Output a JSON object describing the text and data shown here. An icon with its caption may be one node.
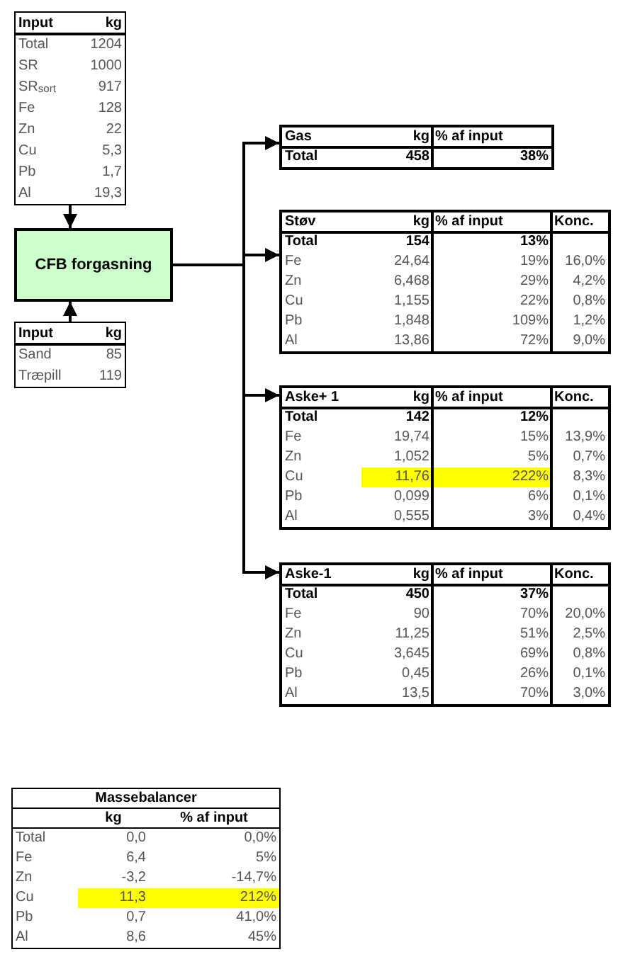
{
  "diagram": {
    "nodes": [
      {
        "text": [
          "Input",
          "kg",
          "Total",
          "1204",
          "SR",
          "1000",
          "SR$_{sort}$",
          "917",
          "Fe",
          "128",
          "Zn",
          "22",
          "Cu",
          "5,3",
          "Pb",
          "1,7",
          "Al",
          "19,3"
        ]
      },
      {
        "text": [
          "CFB forgasning"
        ]
      },
      {
        "text": [
          "Input",
          "kg",
          "Sand",
          "85",
          "Træpill",
          "119"
        ]
      },
      {
        "text": [
          "Gas",
          "kg",
          "% af input",
          "Total",
          "458",
          "38%"
        ]
      },
      {
        "text": [
          "Støv",
          "kg",
          "% af input",
          "Konc.",
          "Total",
          "154",
          "13%",
          "Fe",
          "24,64",
          "19%",
          "16,0%",
          "Zn",
          "6,468",
          "29%",
          "4,2%",
          "Cu",
          "1,155",
          "22%",
          "0,8%",
          "Pb",
          "1,848",
          "109%",
          "1,2%",
          "Al",
          "13,86",
          "72%",
          "9,0%"
        ]
      },
      {
        "text": [
          "Aske+ 1",
          "kg",
          "% af input",
          "Konc.",
          "Total",
          "142",
          "12%",
          "Fe",
          "19,74",
          "15%",
          "13,9%",
          "Zn",
          "1,052",
          "5%",
          "0,7%",
          "Cu",
          "11,76",
          "222%",
          "8,3%",
          "Pb",
          "0,099",
          "6%",
          "0,1%",
          "Al",
          "0,555",
          "3%",
          "0,4%"
        ]
      },
      {
        "text": [
          "Aske-1",
          "kg",
          "% af input",
          "Konc.",
          "Total",
          "450",
          "37%",
          "Fe",
          "90",
          "70%",
          "20,0%",
          "Zn",
          "11,25",
          "51%",
          "2,5%",
          "Cu",
          "3,645",
          "69%",
          "0,8%",
          "Pb",
          "0,45",
          "26%",
          "0,1%",
          "Al",
          "13,5",
          "70%",
          "3,0%"
        ]
      },
      {
        "text": [
          "Massebalancer",
          "kg",
          "% af input",
          "Total",
          "0,0",
          "0,0%",
          "Fe",
          "6,4",
          "5%",
          "Zn",
          "-3,2",
          "-14,7%",
          "Cu",
          "11,3",
          "212%",
          "Pb",
          "0,7",
          "41,0%",
          "Al",
          "8,6",
          "45%"
        ]
      }
    ],
    "edges": [
      {
        "from": 0,
        "to": 1,
        "arrow": "to"
      },
      {
        "from": 2,
        "to": 1,
        "arrow": "to"
      },
      {
        "from": 1,
        "to": 3,
        "arrow": "to"
      },
      {
        "from": 1,
        "to": 4,
        "arrow": "to"
      },
      {
        "from": 1,
        "to": 5,
        "arrow": "to"
      },
      {
        "from": 1,
        "to": 6,
        "arrow": "to"
      }
    ]
  }
}
